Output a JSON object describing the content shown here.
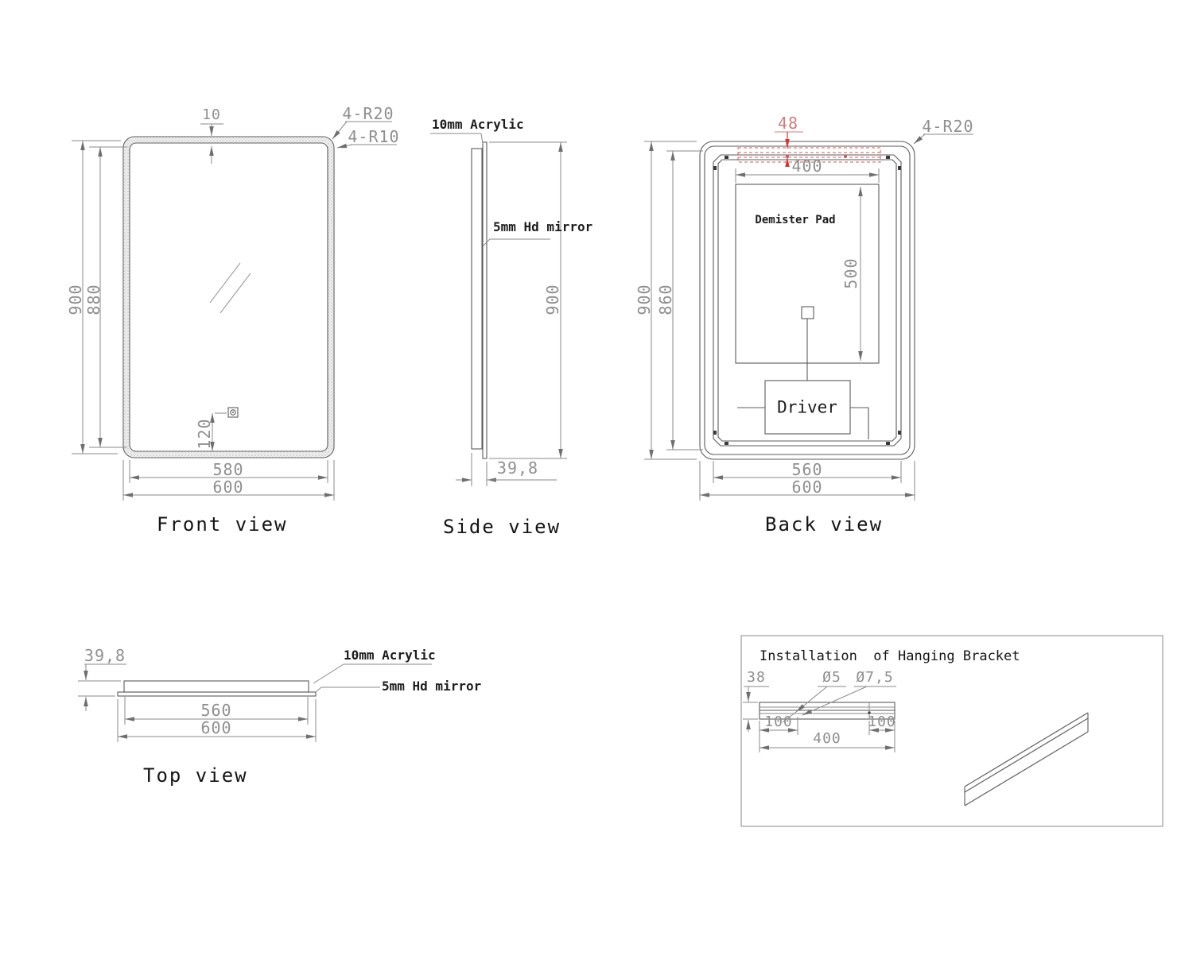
{
  "front_view": {
    "title": "Front view",
    "dim_top_border": "10",
    "label_r20": "4-R20",
    "label_r10": "4-R10",
    "dim_height_outer": "900",
    "dim_height_inner": "880",
    "dim_sensor": "120",
    "dim_width_inner": "580",
    "dim_width_outer": "600"
  },
  "side_view": {
    "title": "Side view",
    "label_acrylic": "10mm Acrylic",
    "label_mirror": "5mm Hd mirror",
    "dim_height": "900",
    "dim_depth": "39,8"
  },
  "back_view": {
    "title": "Back view",
    "dim_bracket_offset": "48",
    "label_r20": "4-R20",
    "dim_pad_width": "400",
    "label_demister": "Demister Pad",
    "dim_pad_height": "500",
    "label_driver": "Driver",
    "dim_height_outer": "900",
    "dim_height_inner": "860",
    "dim_width_inner": "560",
    "dim_width_outer": "600"
  },
  "top_view": {
    "title": "Top view",
    "dim_depth": "39,8",
    "label_acrylic": "10mm Acrylic",
    "label_mirror": "5mm Hd mirror",
    "dim_width_inner": "560",
    "dim_width_outer": "600"
  },
  "bracket_panel": {
    "title": "Installation  of Hanging Bracket",
    "dim_thickness": "38",
    "dim_hole": "Ø5",
    "dim_hole_countersink": "Ø7,5",
    "dim_edge_left": "100",
    "dim_edge_right": "100",
    "dim_span": "400"
  },
  "colors": {
    "line": "#5b5b5b",
    "dim_line": "#8a8a8a",
    "dim_text": "#8f8f8f",
    "label_text": "#1c1c1c",
    "red_line": "#c43d38",
    "red_text": "#c98080",
    "background": "#ffffff"
  }
}
